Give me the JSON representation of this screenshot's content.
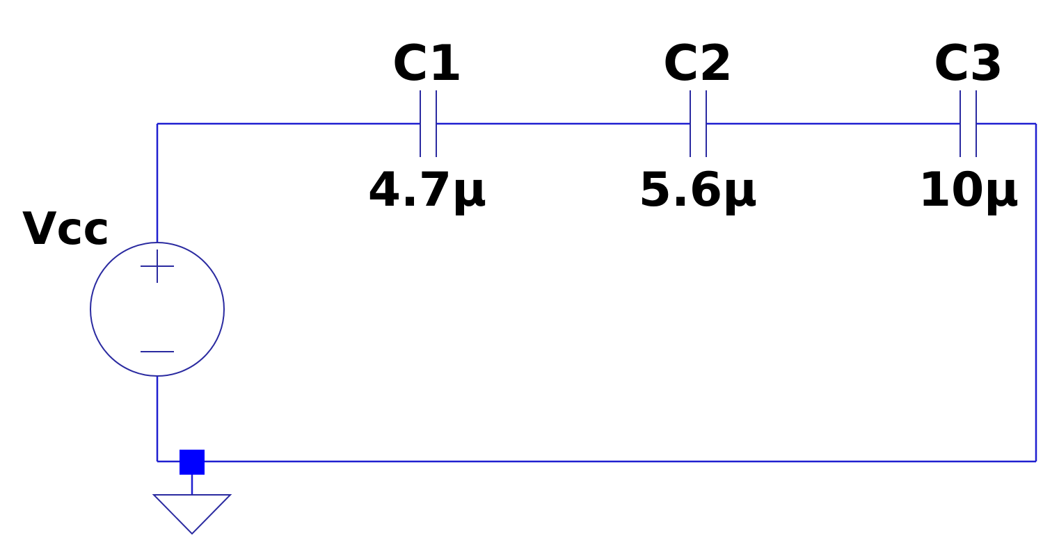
{
  "source": {
    "name": "Vcc"
  },
  "capacitors": [
    {
      "ref": "C1",
      "value": "4.7µ"
    },
    {
      "ref": "C2",
      "value": "5.6µ"
    },
    {
      "ref": "C3",
      "value": "10µ"
    }
  ],
  "colors": {
    "wire": "#1f1fd0",
    "symbol": "#2a2aa0",
    "node": "#0000ff",
    "text": "#000000"
  }
}
